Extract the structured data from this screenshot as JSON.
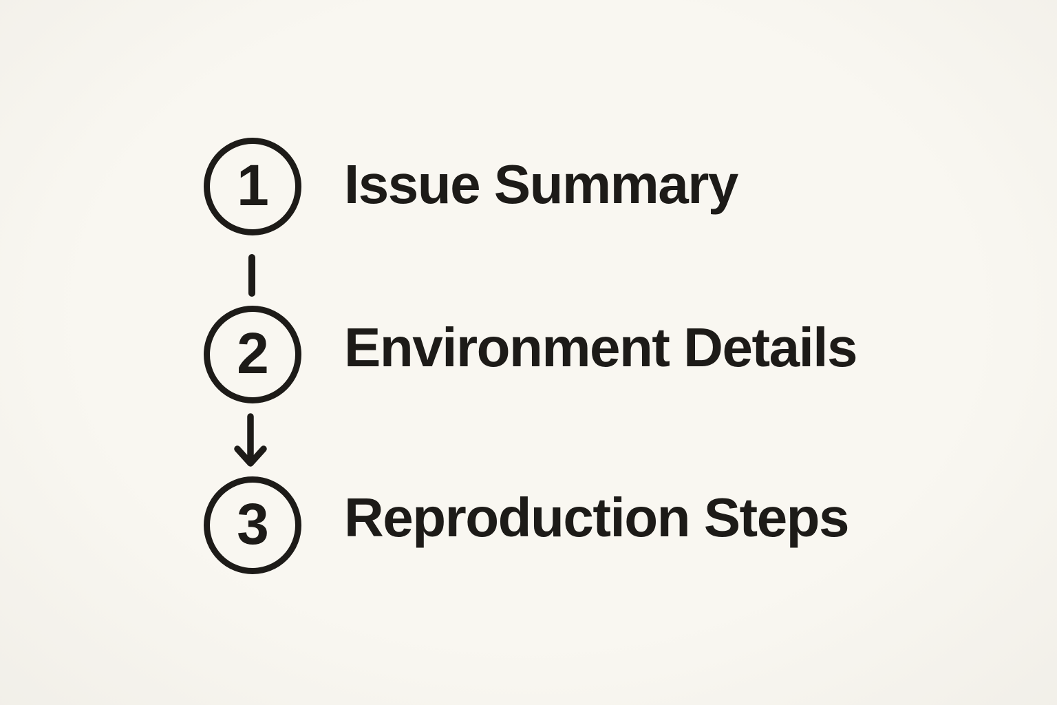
{
  "colors": {
    "background": "#f9f7f1",
    "ink": "#1d1b18"
  },
  "diagram": {
    "steps": [
      {
        "number": "1",
        "label": "Issue Summary"
      },
      {
        "number": "2",
        "label": "Environment Details"
      },
      {
        "number": "3",
        "label": "Reproduction Steps"
      }
    ],
    "connectors": [
      {
        "type": "line"
      },
      {
        "type": "arrow-down"
      }
    ]
  }
}
